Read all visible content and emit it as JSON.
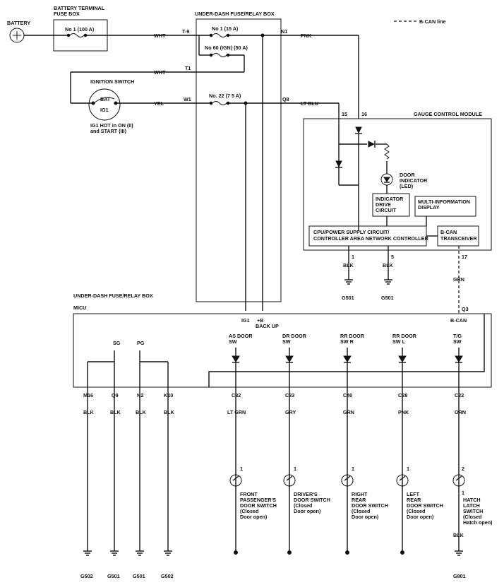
{
  "legend": {
    "bcan_line": "B-CAN line"
  },
  "battery": {
    "label": "BATTERY"
  },
  "battery_fuse_box": {
    "title_l1": "BATTERY TERMINAL",
    "title_l2": "FUSE BOX",
    "fuse1": "No 1 (100 A)"
  },
  "underdash_box": {
    "title": "UNDER-DASH FUSE/RELAY BOX",
    "fuse1": "No 1 (15 A)",
    "fuse60": "No 60 (IGN) (50 A)",
    "fuse22": "No. 22 (7 5 A)",
    "terminals": {
      "t9": "T-9",
      "t1": "T1",
      "w1": "W1",
      "n1": "N1",
      "q8": "Q8"
    }
  },
  "ignition": {
    "title": "IGNITION SWITCH",
    "bat": "BAT",
    "ig1": "IG1",
    "note_l1": "IG1 HOT in ON (II)",
    "note_l2": "and START (III)"
  },
  "wires": {
    "wht1": "WHT",
    "wht2": "WHT",
    "yel": "YEL",
    "pnk": "PNK",
    "lt_blu": "LT BLU",
    "blk1": "BLK",
    "blk2": "BLK",
    "grn": "GRN"
  },
  "gauge": {
    "title": "GAUGE CONTROL MODULE",
    "pin15": "15",
    "pin16": "16",
    "door_ind_l1": "DOOR",
    "door_ind_l2": "INDICATOR",
    "door_ind_l3": "(LED)",
    "drive_l1": "INDICATOR",
    "drive_l2": "DRIVE",
    "drive_l3": "CIRCUIT",
    "mid_l1": "MULTI-INFORMATION",
    "mid_l2": "DISPLAY",
    "cpu_l1": "CPU/POWER SUPPLY CIRCUIT/",
    "cpu_l2": "CONTROLLER AREA NETWORK CONTROLLER",
    "bcan_l1": "B-CAN",
    "bcan_l2": "TRANSCEIVER",
    "pin1": "1",
    "pin5": "5",
    "pin17": "17"
  },
  "grounds_top": {
    "g1": "G501",
    "g2": "G501"
  },
  "micu": {
    "box_title": "UNDER-DASH FUSE/RELAY BOX",
    "name": "MICU",
    "ig1": "IG1",
    "plusb_l1": "+B",
    "plusb_l2": "BACK UP",
    "bcan": "B-CAN",
    "q3": "Q3",
    "sg": "SG",
    "pg": "PG",
    "sw_as_l1": "AS DOOR",
    "sw_as_l2": "SW",
    "sw_dr_l1": "DR DOOR",
    "sw_dr_l2": "SW",
    "sw_rrr_l1": "RR DOOR",
    "sw_rrr_l2": "SW R",
    "sw_rrl_l1": "RR DOOR",
    "sw_rrl_l2": "SW L",
    "sw_tg_l1": "T/G",
    "sw_tg_l2": "SW"
  },
  "bottom_terms": [
    "M16",
    "Q9",
    "N2",
    "K10",
    "C32",
    "C33",
    "C40",
    "C28",
    "C22"
  ],
  "bottom_colors": [
    "BLK",
    "BLK",
    "BLK",
    "BLK",
    "LT GRN",
    "GRY",
    "GRN",
    "PNK",
    "ORN"
  ],
  "switches": [
    {
      "pin": "1",
      "l1": "FRONT",
      "l2": "PASSENGER'S",
      "l3": "DOOR SWITCH",
      "l4": "(Closed",
      "l5": "Door open)"
    },
    {
      "pin": "1",
      "l1": "DRIVER'S",
      "l2": "DOOR SWITCH",
      "l3": "(Closed",
      "l4": "Door open)",
      "l5": ""
    },
    {
      "pin": "1",
      "l1": "RIGHT",
      "l2": "REAR",
      "l3": "DOOR SWITCH",
      "l4": "(Closed",
      "l5": "Door open)"
    },
    {
      "pin": "1",
      "l1": "LEFT",
      "l2": "REAR",
      "l3": "DOOR SWITCH",
      "l4": "(Closed",
      "l5": "Door open)"
    },
    {
      "pin": "2",
      "pin2": "1",
      "l1": "HATCH",
      "l2": "LATCH",
      "l3": "SWITCH",
      "l4": "(Closed",
      "l5": "Hatch open)"
    }
  ],
  "hatch_wire": "BLK",
  "grounds_bottom": [
    "G502",
    "G501",
    "G501",
    "G502",
    "G801"
  ]
}
